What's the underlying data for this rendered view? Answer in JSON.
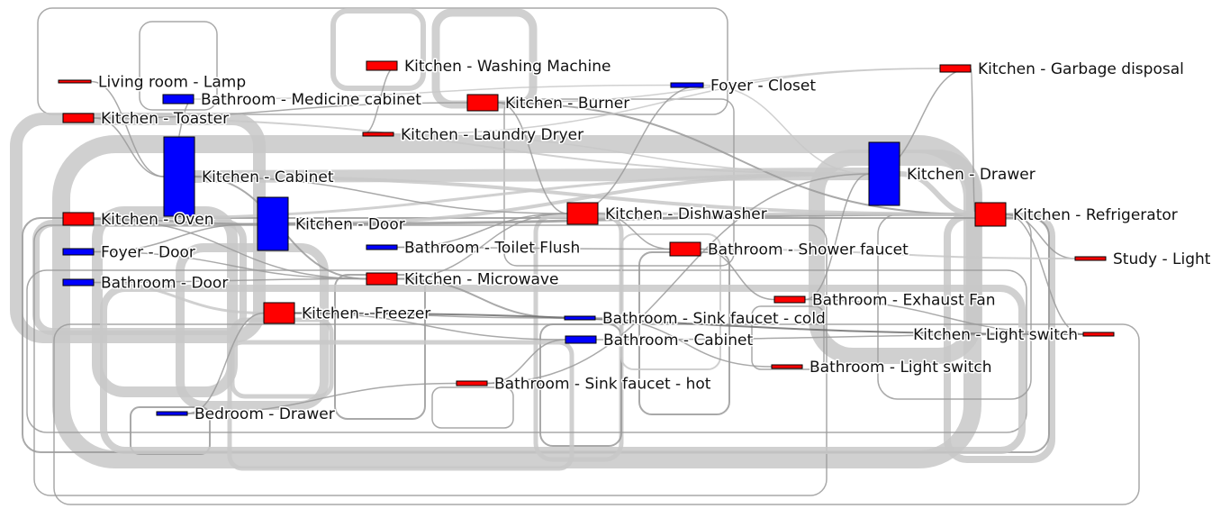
{
  "colors": {
    "red_node": "#ff0000",
    "blue_node": "#0000ff",
    "link_light": "#c8c8c8",
    "link_mid": "#9a9a9a",
    "link_dark": "#6e6e6e"
  },
  "nodes": [
    {
      "id": "living-room-lamp",
      "label": "Living room - Lamp",
      "color": "red_node"
    },
    {
      "id": "bathroom-medicine-cabinet",
      "label": "Bathroom - Medicine cabinet",
      "color": "blue_node"
    },
    {
      "id": "kitchen-toaster",
      "label": "Kitchen - Toaster",
      "color": "red_node"
    },
    {
      "id": "kitchen-washing-machine",
      "label": "Kitchen - Washing Machine",
      "color": "red_node"
    },
    {
      "id": "kitchen-burner",
      "label": "Kitchen - Burner",
      "color": "red_node"
    },
    {
      "id": "kitchen-laundry-dryer",
      "label": "Kitchen - Laundry Dryer",
      "color": "red_node"
    },
    {
      "id": "foyer-closet",
      "label": "Foyer - Closet",
      "color": "blue_node"
    },
    {
      "id": "kitchen-garbage-disposal",
      "label": "Kitchen - Garbage disposal",
      "color": "red_node"
    },
    {
      "id": "kitchen-cabinet",
      "label": "Kitchen - Cabinet",
      "color": "blue_node"
    },
    {
      "id": "kitchen-drawer",
      "label": "Kitchen - Drawer",
      "color": "blue_node"
    },
    {
      "id": "kitchen-oven",
      "label": "Kitchen - Oven",
      "color": "red_node"
    },
    {
      "id": "kitchen-door",
      "label": "Kitchen - Door",
      "color": "blue_node"
    },
    {
      "id": "kitchen-dishwasher",
      "label": "Kitchen - Dishwasher",
      "color": "red_node"
    },
    {
      "id": "kitchen-refrigerator",
      "label": "Kitchen - Refrigerator",
      "color": "red_node"
    },
    {
      "id": "foyer-door",
      "label": "Foyer - Door",
      "color": "blue_node"
    },
    {
      "id": "bathroom-toilet-flush",
      "label": "Bathroom - Toilet Flush",
      "color": "blue_node"
    },
    {
      "id": "bathroom-shower-faucet",
      "label": "Bathroom - Shower faucet",
      "color": "red_node"
    },
    {
      "id": "study-light",
      "label": "Study - Light",
      "color": "red_node"
    },
    {
      "id": "bathroom-door",
      "label": "Bathroom - Door",
      "color": "blue_node"
    },
    {
      "id": "kitchen-microwave",
      "label": "Kitchen - Microwave",
      "color": "red_node"
    },
    {
      "id": "bathroom-exhaust-fan",
      "label": "Bathroom - Exhaust Fan",
      "color": "red_node"
    },
    {
      "id": "kitchen-freezer",
      "label": "Kitchen - Freezer",
      "color": "red_node"
    },
    {
      "id": "bathroom-sink-faucet-cold",
      "label": "Bathroom - Sink faucet - cold",
      "color": "blue_node"
    },
    {
      "id": "kitchen-light-switch",
      "label": "Kitchen - Light switch",
      "color": "red_node"
    },
    {
      "id": "bathroom-cabinet",
      "label": "Bathroom - Cabinet",
      "color": "blue_node"
    },
    {
      "id": "bathroom-light-switch",
      "label": "Bathroom - Light switch",
      "color": "red_node"
    },
    {
      "id": "bathroom-sink-faucet-hot",
      "label": "Bathroom - Sink faucet - hot",
      "color": "red_node"
    },
    {
      "id": "bedroom-drawer",
      "label": "Bedroom - Drawer",
      "color": "blue_node"
    }
  ]
}
